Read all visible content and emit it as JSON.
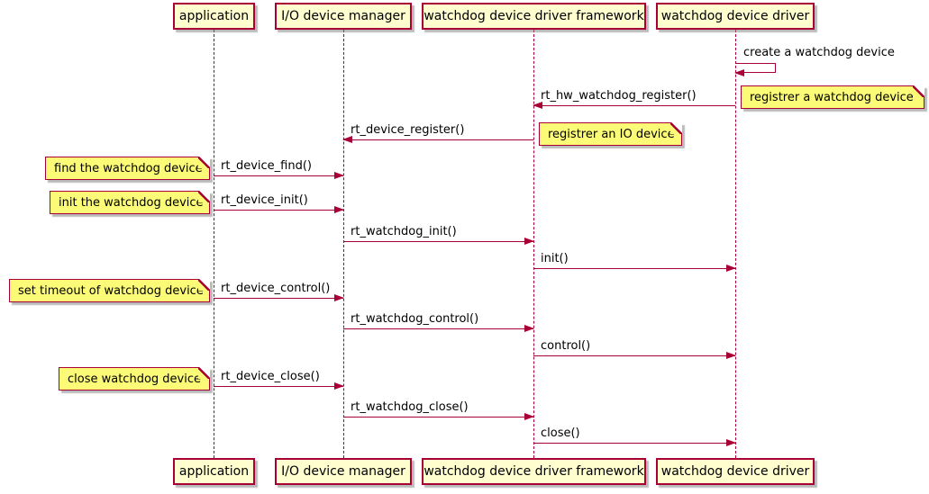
{
  "colors": {
    "border": "#A80036",
    "participant_fill": "#FEFECE",
    "note_fill": "#FBFB77",
    "text": "#000000",
    "background": "#FFFFFF"
  },
  "participants": [
    {
      "label": "application"
    },
    {
      "label": "I/O device manager"
    },
    {
      "label": "watchdog device driver framework"
    },
    {
      "label": "watchdog device driver"
    }
  ],
  "self_message": {
    "label": "create a watchdog device",
    "participant": "watchdog device driver"
  },
  "messages": [
    {
      "label": "rt_hw_watchdog_register()",
      "from": "watchdog device driver",
      "to": "watchdog device driver framework"
    },
    {
      "label": "rt_device_register()",
      "from": "watchdog device driver framework",
      "to": "I/O device manager"
    },
    {
      "label": "rt_device_find()",
      "from": "application",
      "to": "I/O device manager"
    },
    {
      "label": "rt_device_init()",
      "from": "application",
      "to": "I/O device manager"
    },
    {
      "label": "rt_watchdog_init()",
      "from": "I/O device manager",
      "to": "watchdog device driver framework"
    },
    {
      "label": "init()",
      "from": "watchdog device driver framework",
      "to": "watchdog device driver"
    },
    {
      "label": "rt_device_control()",
      "from": "application",
      "to": "I/O device manager"
    },
    {
      "label": "rt_watchdog_control()",
      "from": "I/O device manager",
      "to": "watchdog device driver framework"
    },
    {
      "label": "control()",
      "from": "watchdog device driver framework",
      "to": "watchdog device driver"
    },
    {
      "label": "rt_device_close()",
      "from": "application",
      "to": "I/O device manager"
    },
    {
      "label": "rt_watchdog_close()",
      "from": "I/O device manager",
      "to": "watchdog device driver framework"
    },
    {
      "label": "close()",
      "from": "watchdog device driver framework",
      "to": "watchdog device driver"
    }
  ],
  "notes": [
    {
      "label": "registrer a watchdog device",
      "attached_to": "watchdog device driver"
    },
    {
      "label": "registrer an IO device",
      "attached_to": "watchdog device driver framework"
    },
    {
      "label": "find the watchdog device",
      "attached_to": "application"
    },
    {
      "label": "init the watchdog device",
      "attached_to": "application"
    },
    {
      "label": "set timeout of watchdog device",
      "attached_to": "application"
    },
    {
      "label": "close watchdog device",
      "attached_to": "application"
    }
  ]
}
